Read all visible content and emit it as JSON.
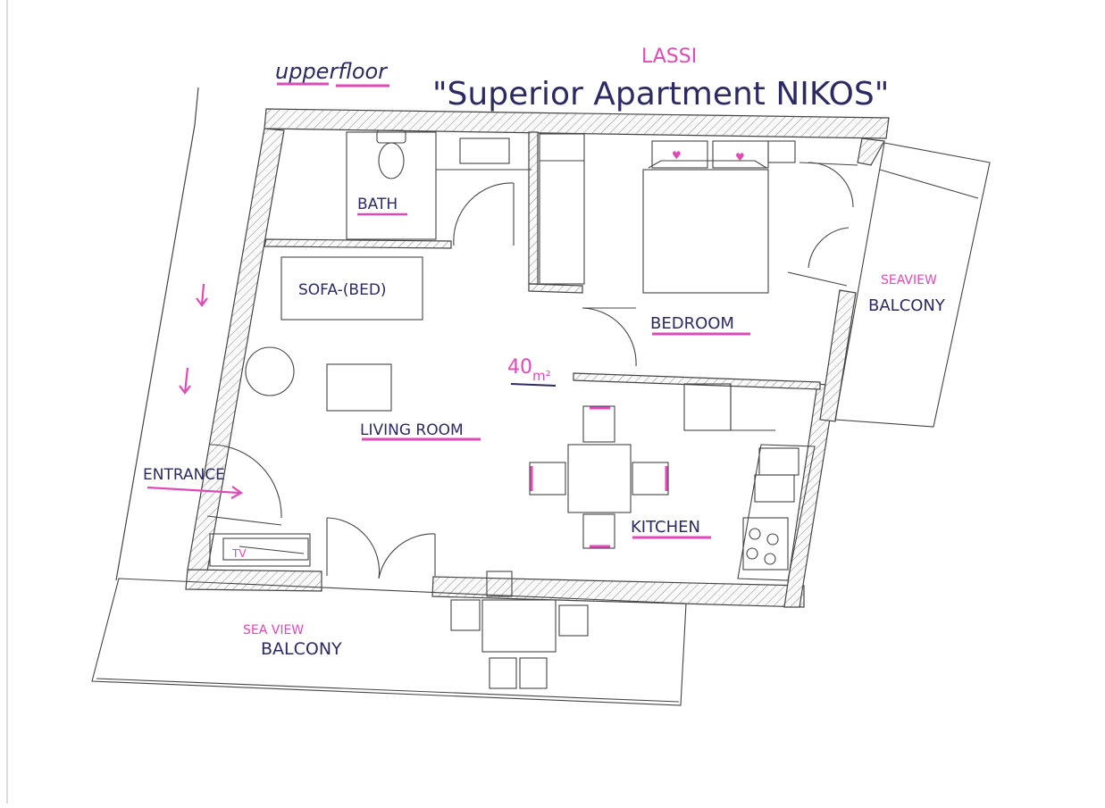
{
  "header": {
    "floor_label": "upperfloor",
    "location": "LASSI",
    "title": "\"Superior Apartment NIKOS\""
  },
  "rooms": {
    "bath": "BATH",
    "sofa_bed": "SOFA-(BED)",
    "bedroom": "BEDROOM",
    "living_room": "LIVING ROOM",
    "kitchen": "KITCHEN",
    "entrance": "ENTRANCE",
    "tv": "TV",
    "right_balcony_note": "SEAVIEW",
    "right_balcony": "BALCONY",
    "bottom_balcony_note": "SEA VIEW",
    "bottom_balcony": "BALCONY"
  },
  "area": {
    "value": "40",
    "unit": "m²"
  },
  "colors": {
    "ink": "#2b2a63",
    "highlight": "#e04ab7",
    "line": "#333333",
    "wall_hatch": "#777777"
  }
}
